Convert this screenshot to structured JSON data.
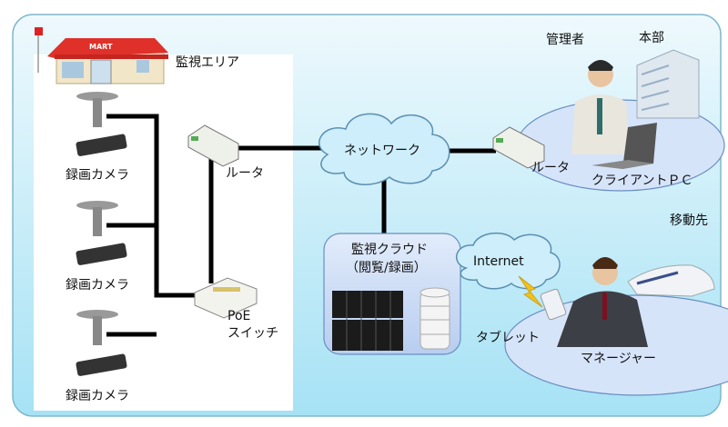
{
  "labels": {
    "monitoring_area": "監視エリア",
    "store_sign": "MART",
    "camera_1": "録画カメラ",
    "camera_2": "録画カメラ",
    "camera_3": "録画カメラ",
    "router_left": "ルータ",
    "poe_line1": "PoE",
    "poe_line2": "スイッチ",
    "network": "ネットワーク",
    "router_right": "ルータ",
    "administrator": "管理者",
    "headquarters": "本部",
    "client_pc": "クライアントＰＣ",
    "cloud_title": "監視クラウド",
    "cloud_subtitle": "（閲覧/録画）",
    "internet": "Internet",
    "destination": "移動先",
    "tablet": "タブレット",
    "manager": "マネージャー"
  },
  "colors": {
    "background_gradient_top": "#eaf7fd",
    "background_gradient_bottom": "#a9e3f5",
    "cloud_fill": "#cdeefa",
    "ellipse_fill": "#d6e4fa",
    "cable": "#000000"
  }
}
